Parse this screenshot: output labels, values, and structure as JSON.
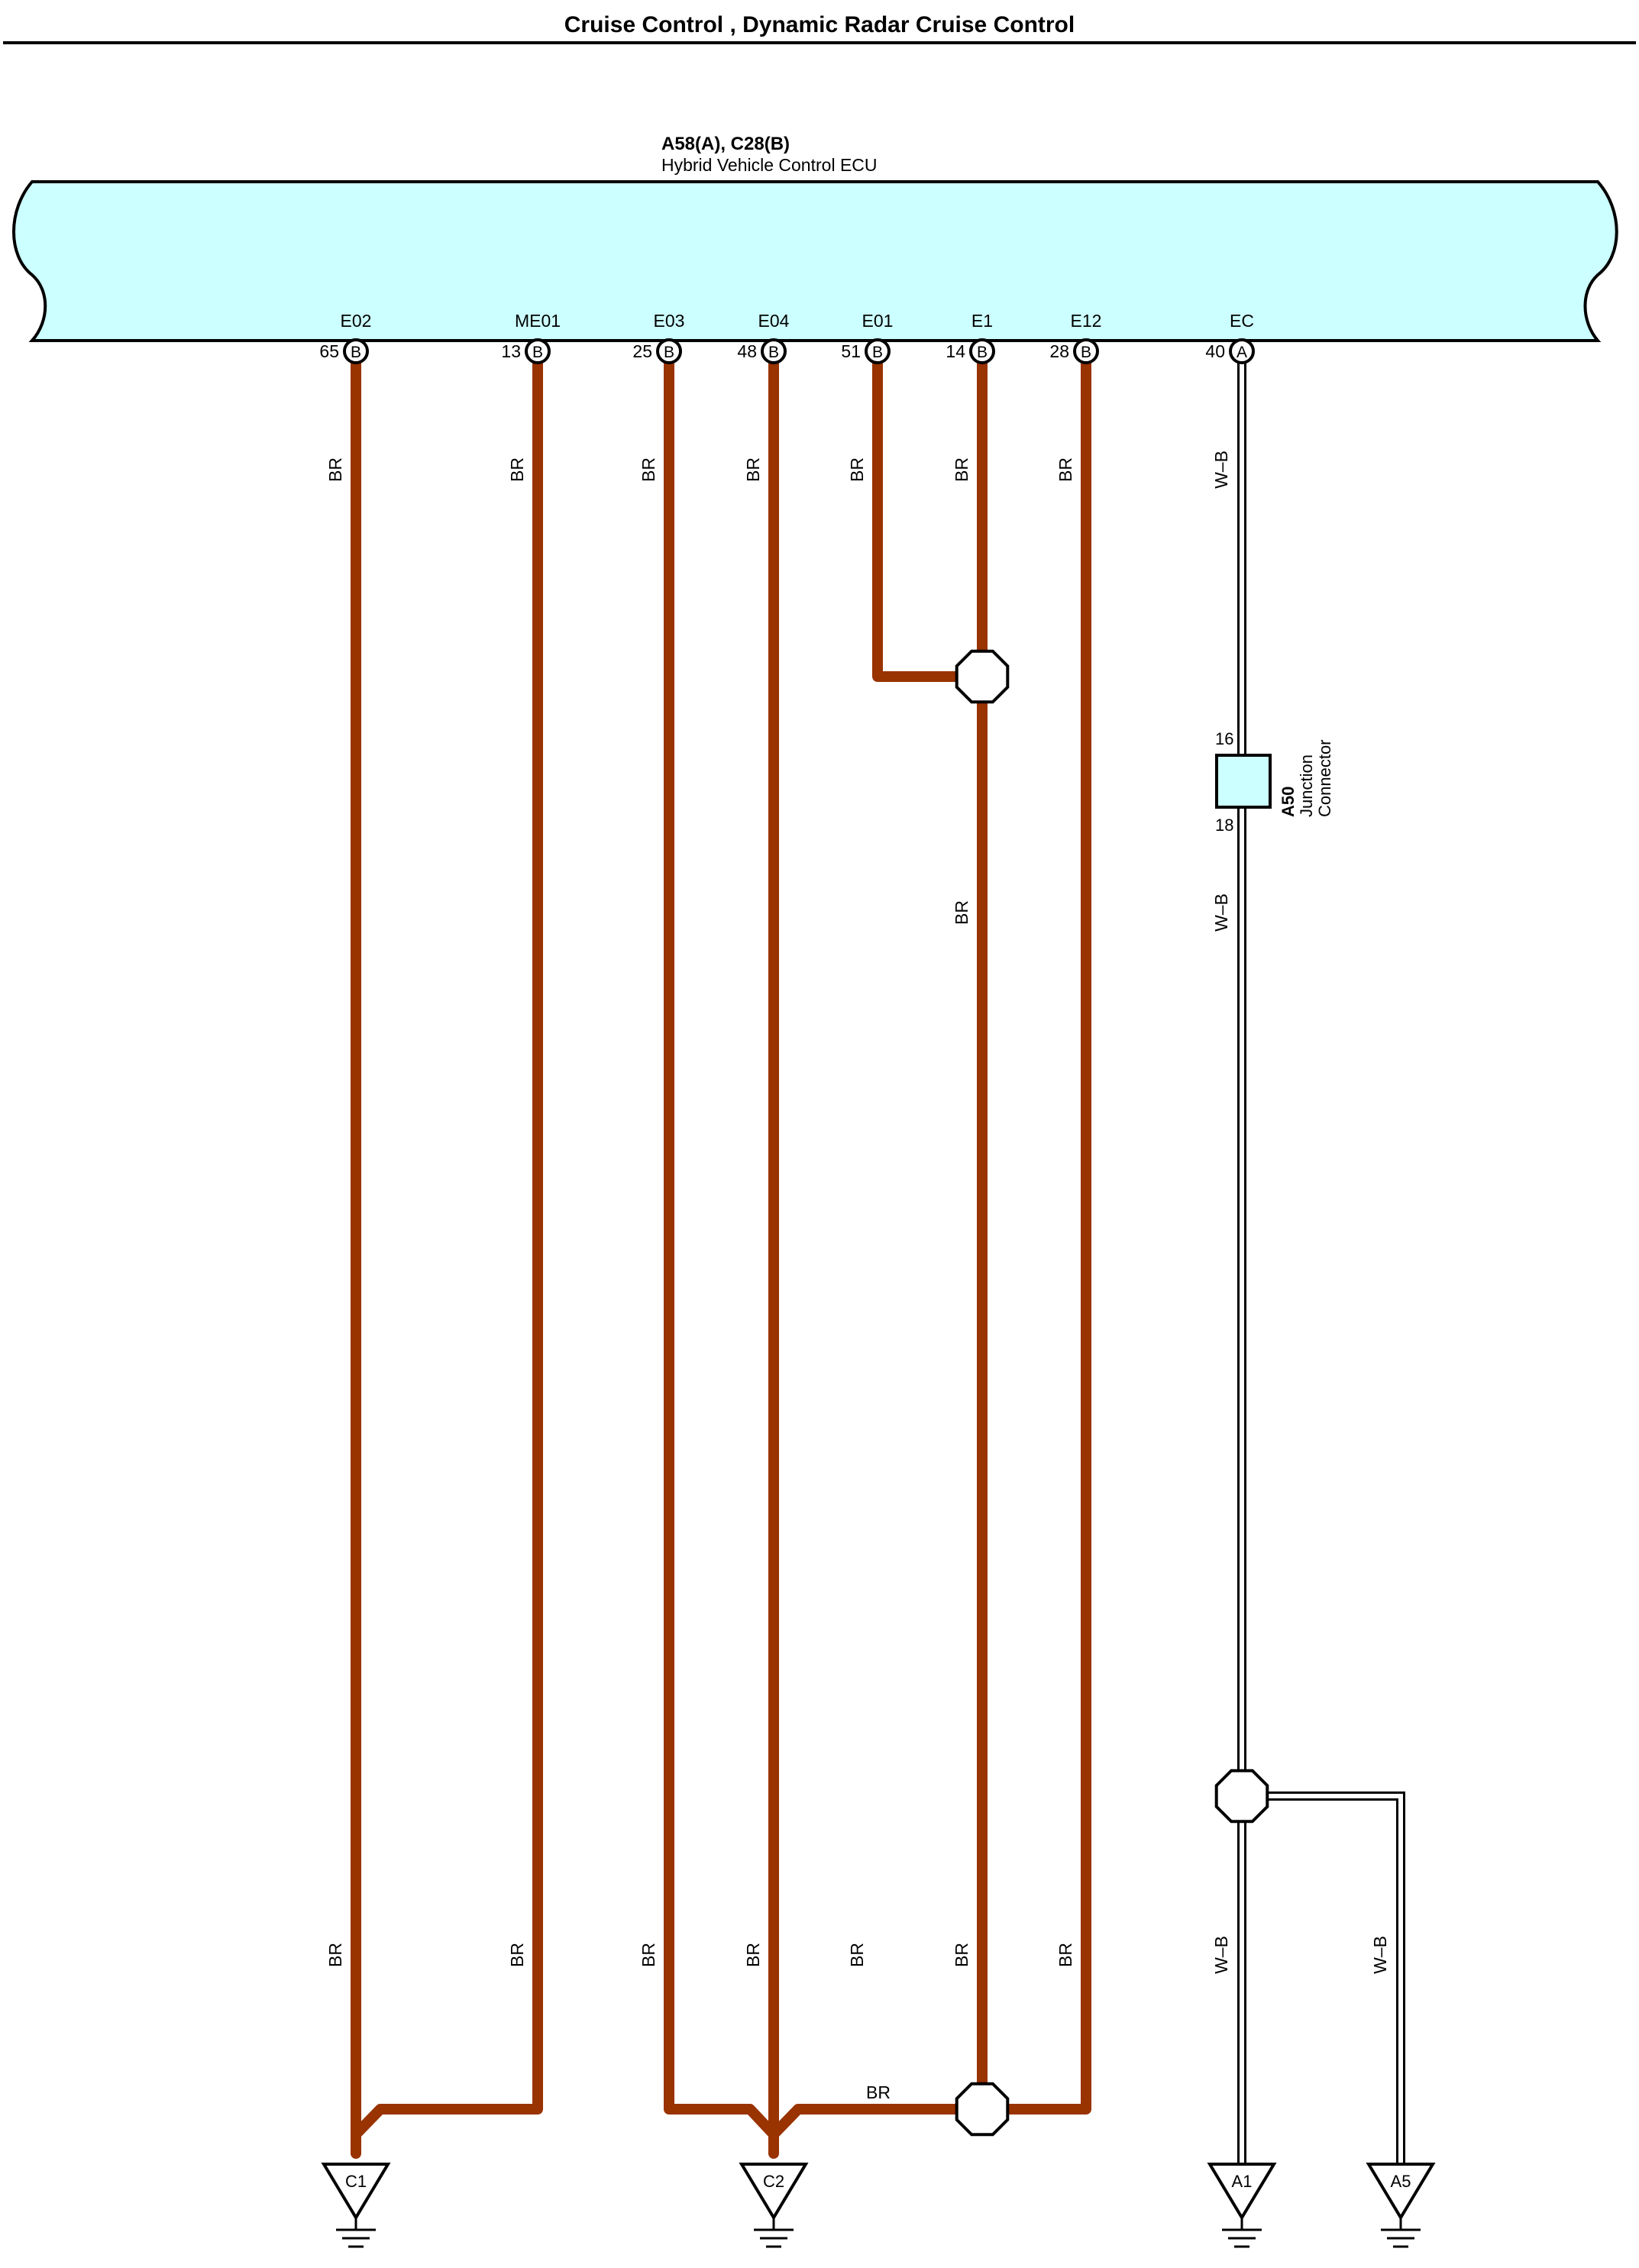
{
  "page": {
    "title": "Cruise Control , Dynamic Radar Cruise Control"
  },
  "ecu": {
    "code": "A58(A), C28(B)",
    "name": "Hybrid Vehicle Control ECU",
    "fill_color": "#ccffff"
  },
  "pins": [
    {
      "id": "e02",
      "name": "E02",
      "number": "65",
      "connector": "B"
    },
    {
      "id": "me01",
      "name": "ME01",
      "number": "13",
      "connector": "B"
    },
    {
      "id": "e03",
      "name": "E03",
      "number": "25",
      "connector": "B"
    },
    {
      "id": "e04",
      "name": "E04",
      "number": "48",
      "connector": "B"
    },
    {
      "id": "e01",
      "name": "E01",
      "number": "51",
      "connector": "B"
    },
    {
      "id": "e1",
      "name": "E1",
      "number": "14",
      "connector": "B"
    },
    {
      "id": "e12",
      "name": "E12",
      "number": "28",
      "connector": "B"
    },
    {
      "id": "ec",
      "name": "EC",
      "number": "40",
      "connector": "A"
    }
  ],
  "wires": {
    "br_color_name": "BR",
    "br_color": "#993300",
    "wb_color_name": "W–B",
    "wb_label": "W–B",
    "br_label": "BR"
  },
  "junction_connector": {
    "code": "A50",
    "name_line1": "Junction",
    "name_line2": "Connector",
    "pin_top": "16",
    "pin_bottom": "18"
  },
  "grounds": [
    {
      "id": "c1",
      "label": "C1"
    },
    {
      "id": "c2",
      "label": "C2"
    },
    {
      "id": "a1",
      "label": "A1"
    },
    {
      "id": "a5",
      "label": "A5"
    }
  ]
}
